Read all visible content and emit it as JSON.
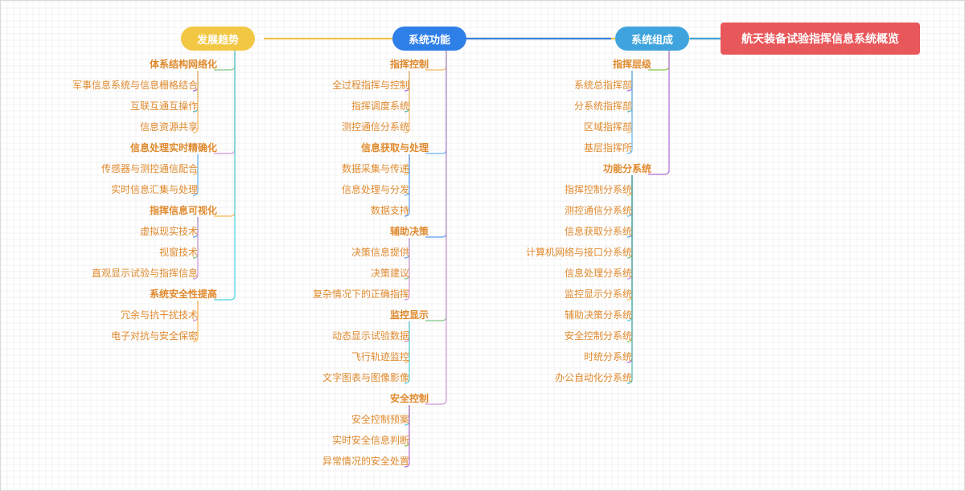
{
  "root": "航天装备试验指挥信息系统概览",
  "branches": [
    {
      "label": "系统组成",
      "color": "#3fa4dd",
      "children": [
        {
          "label": "指挥层级",
          "children": [
            "系统总指挥部",
            "分系统指挥部",
            "区域指挥部",
            "基层指挥所"
          ]
        },
        {
          "label": "功能分系统",
          "children": [
            "指挥控制分系统",
            "测控通信分系统",
            "信息获取分系统",
            "计算机网络与接口分系统",
            "信息处理分系统",
            "监控显示分系统",
            "辅助决策分系统",
            "安全控制分系统",
            "时统分系统",
            "办公自动化分系统"
          ]
        }
      ]
    },
    {
      "label": "系统功能",
      "color": "#2f7fe8",
      "children": [
        {
          "label": "指挥控制",
          "children": [
            "全过程指挥与控制",
            "指挥调度系统",
            "测控通信分系统"
          ]
        },
        {
          "label": "信息获取与处理",
          "children": [
            "数据采集与传递",
            "信息处理与分发",
            "数据支持"
          ]
        },
        {
          "label": "辅助决策",
          "children": [
            "决策信息提供",
            "决策建议",
            "复杂情况下的正确指挥"
          ]
        },
        {
          "label": "监控显示",
          "children": [
            "动态显示试验数据",
            "飞行轨迹监控",
            "文字图表与图像影像"
          ]
        },
        {
          "label": "安全控制",
          "children": [
            "安全控制预案",
            "实时安全信息判断",
            "异常情况的安全处置"
          ]
        }
      ]
    },
    {
      "label": "发展趋势",
      "color": "#f2c744",
      "children": [
        {
          "label": "体系结构网络化",
          "children": [
            "军事信息系统与信息栅格结合",
            "互联互通互操作",
            "信息资源共享"
          ]
        },
        {
          "label": "信息处理实时精确化",
          "children": [
            "传感器与测控通信配合",
            "实时信息汇集与处理"
          ]
        },
        {
          "label": "指挥信息可视化",
          "children": [
            "虚拟现实技术",
            "视窗技术",
            "直观显示试验与指挥信息"
          ]
        },
        {
          "label": "系统安全性提高",
          "children": [
            "冗余与抗干扰技术",
            "电子对抗与安全保密"
          ]
        }
      ]
    }
  ]
}
